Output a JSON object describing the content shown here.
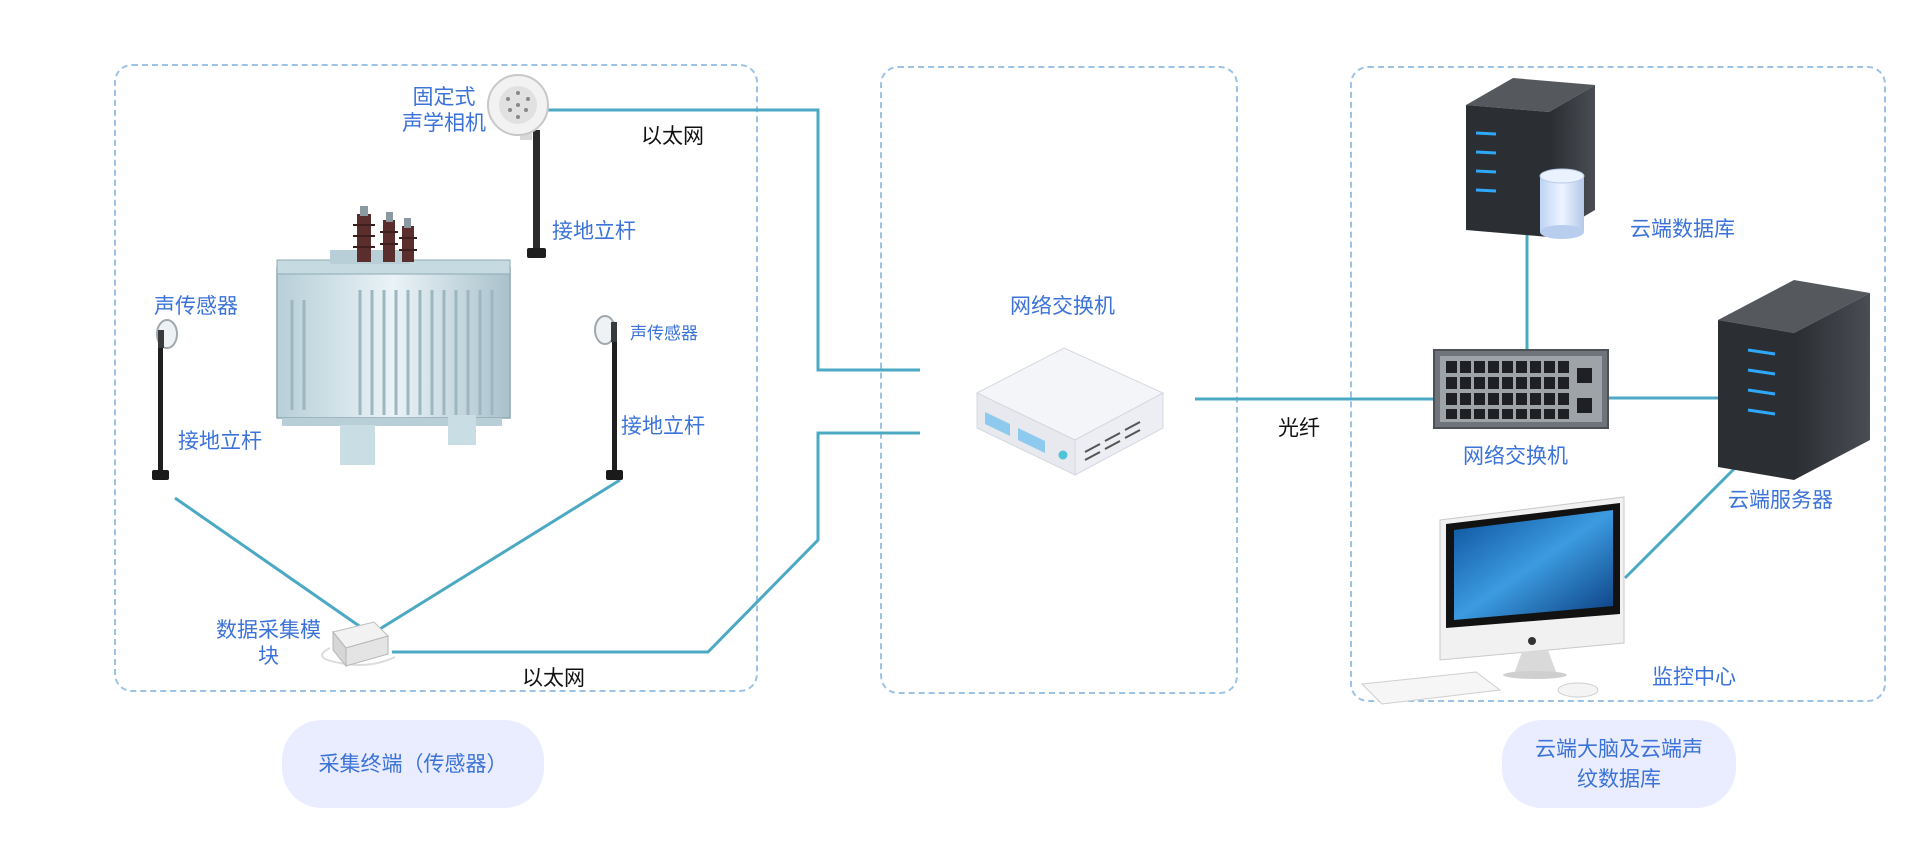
{
  "regions": {
    "left": {
      "pill_label": "采集终端（传感器）"
    },
    "middle": {
      "device_label": "网络交换机"
    },
    "right": {
      "pill_line1": "云端大脑及云端声",
      "pill_line2": "纹数据库"
    }
  },
  "labels": {
    "camera_line1": "固定式",
    "camera_line2": "声学相机",
    "pole_camera": "接地立杆",
    "sensor_left": "声传感器",
    "pole_left": "接地立杆",
    "sensor_right": "声传感器",
    "pole_right": "接地立杆",
    "daq_line1": "数据采集模",
    "daq_line2": "块",
    "ethernet_top": "以太网",
    "ethernet_bottom": "以太网",
    "fiber": "光纤",
    "cloud_db": "云端数据库",
    "rack_switch": "网络交换机",
    "cloud_server": "云端服务器",
    "monitor_center": "监控中心"
  },
  "colors": {
    "link": "#4ba9c4",
    "label_blue": "#3b73d9",
    "region_border": "#9cc3e6",
    "pill_bg": "#eaecff"
  }
}
